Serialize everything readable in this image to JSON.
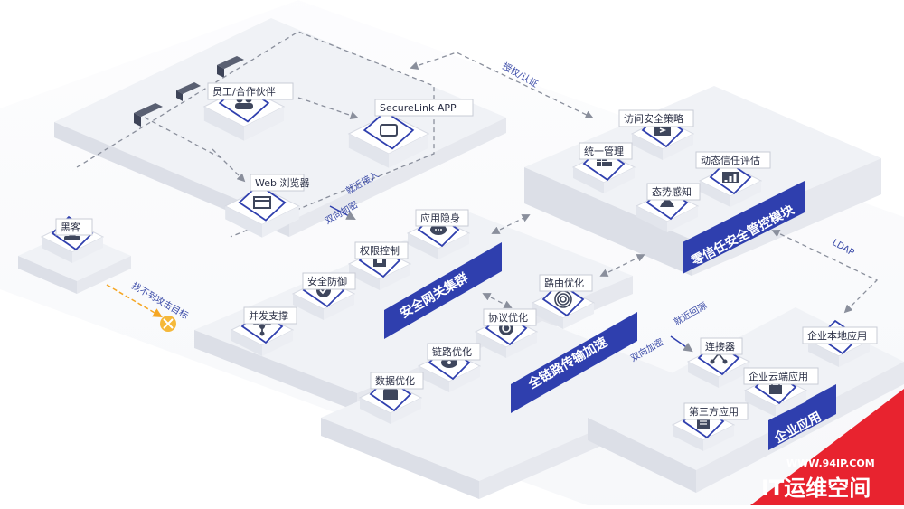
{
  "labels": {
    "employee": "员工/合作伙伴",
    "securelink": "SecureLink APP",
    "web_browser": "Web 浏览器",
    "hacker": "黑客",
    "hacker_fail": "找不到攻击目标",
    "auth": "授权/认证",
    "nearest_access": "就近接入",
    "bidirectional_1": "双向加密",
    "app_hiding": "应用隐身",
    "access_control": "权限控制",
    "security_defense": "安全防御",
    "concurrency": "并发支撑",
    "gateway_cluster": "安全网关集群",
    "routing_opt": "路由优化",
    "protocol_opt": "协议优化",
    "link_opt": "链路优化",
    "data_opt": "数据优化",
    "fulllink_accel": "全链路传输加速",
    "access_policy": "访问安全策略",
    "unified_mgmt": "统一管理",
    "dynamic_trust": "动态信任评估",
    "situation_aware": "态势感知",
    "zero_trust": "零信任安全管控模块",
    "ldap": "LDAP",
    "nearest_return": "就近回源",
    "bidirectional_2": "双向加密",
    "connector": "连接器",
    "local_app": "企业本地应用",
    "cloud_app": "企业云端应用",
    "third_party": "第三方应用",
    "enterprise_app": "企业应用"
  },
  "watermark": {
    "url": "WWW.94IP.COM",
    "name": "IT运维空间"
  },
  "colors": {
    "band": "#2f3fae",
    "platform_top": "#eef0f5",
    "platform_side": "#dcdfe7",
    "icon_frame": "#2f3fae",
    "icon_fill": "#3e465c",
    "arrow": "#8a8f9c",
    "hacker_arrow": "#f5a623",
    "watermark_bg": "#e8232f"
  }
}
